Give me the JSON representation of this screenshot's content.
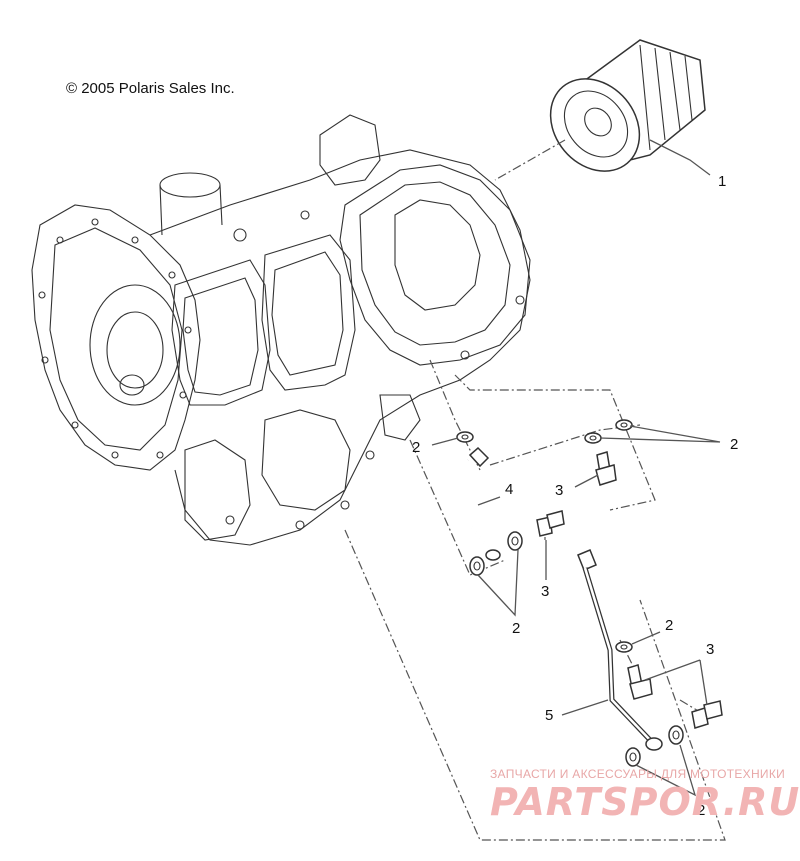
{
  "copyright": "© 2005 Polaris Sales Inc.",
  "callouts": {
    "filter": "1",
    "washer_left_upper": "2",
    "washers_right_upper": "2",
    "bolt_upper": "3",
    "line_upper": "4",
    "bolt_middle": "3",
    "washers_lower_left": "2",
    "washer_mid_right": "2",
    "bolts_lower": "3",
    "line_lower": "5",
    "washers_bottom": "2"
  },
  "watermark": {
    "subtitle": "ЗАПЧАСТИ И АКСЕССУАРЫ ДЛЯ МОТОТЕХНИКИ",
    "logo": "PARTSPOR.RU"
  }
}
